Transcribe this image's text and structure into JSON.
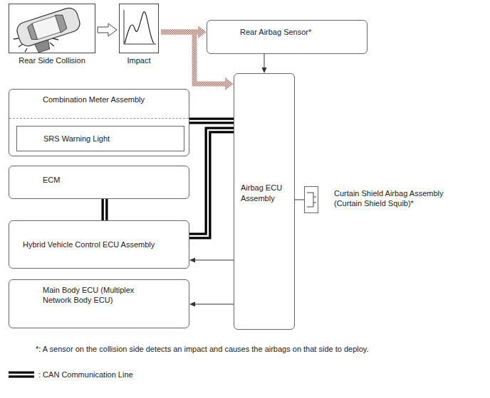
{
  "diagram": {
    "nodes": [
      {
        "text": [
          "Rear Side Collision"
        ]
      },
      {
        "text": [
          "Impact"
        ]
      },
      {
        "text": [
          "Rear Airbag Sensor*"
        ]
      },
      {
        "text": [
          "Combination Meter Assembly"
        ]
      },
      {
        "text": [
          "SRS Warning Light"
        ],
        "in": 3
      },
      {
        "text": [
          "ECM"
        ]
      },
      {
        "text": [
          "Airbag ECU Assembly"
        ]
      },
      {
        "text": [
          "Hybrid Vehicle Control ECU Assembly"
        ]
      },
      {
        "text": [
          "Curtain Shield Airbag Assembly (Curtain Shield Squib)*"
        ]
      },
      {
        "text": [
          "Main Body ECU (Multiplex Network Body ECU)"
        ]
      }
    ],
    "edges": [
      {
        "from": 0,
        "to": 1,
        "arrow": "to"
      },
      {
        "from": 1,
        "to": 2,
        "arrow": "to"
      },
      {
        "from": 1,
        "to": 6,
        "arrow": "to"
      },
      {
        "from": 2,
        "to": 6,
        "arrow": "to"
      },
      {
        "from": 6,
        "to": 3,
        "arrow": "none"
      },
      {
        "from": 6,
        "to": 7,
        "arrow": "none"
      },
      {
        "from": 5,
        "to": 7,
        "arrow": "none"
      },
      {
        "from": 6,
        "to": 7,
        "arrow": "to"
      },
      {
        "from": 6,
        "to": 8,
        "arrow": "none"
      },
      {
        "from": 6,
        "to": 9,
        "arrow": "to"
      }
    ],
    "labels": [
      "*: A sensor on the collision side detects an impact and causes the airbags on that side to deploy."
    ],
    "legend": [
      {
        "text": ": CAN Communication Line"
      }
    ]
  }
}
